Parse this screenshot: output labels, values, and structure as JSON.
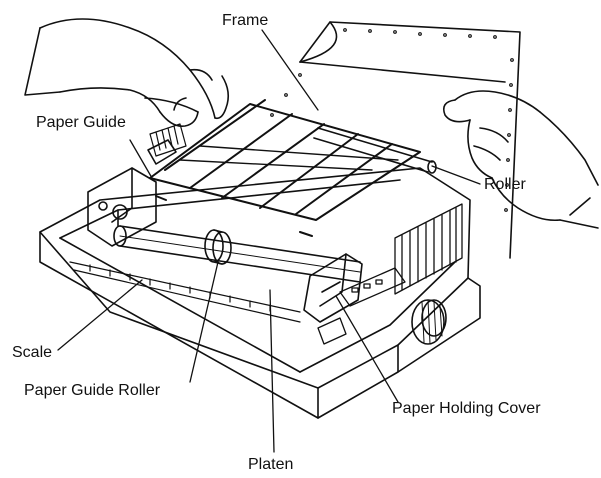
{
  "colors": {
    "ink": "#111111",
    "paper": "#ffffff"
  },
  "labels": {
    "frame": "Frame",
    "paper_guide": "Paper Guide",
    "roller": "Roller",
    "scale": "Scale",
    "paper_guide_roller": "Paper Guide Roller",
    "platen": "Platen",
    "paper_holding_cover": "Paper Holding Cover"
  }
}
